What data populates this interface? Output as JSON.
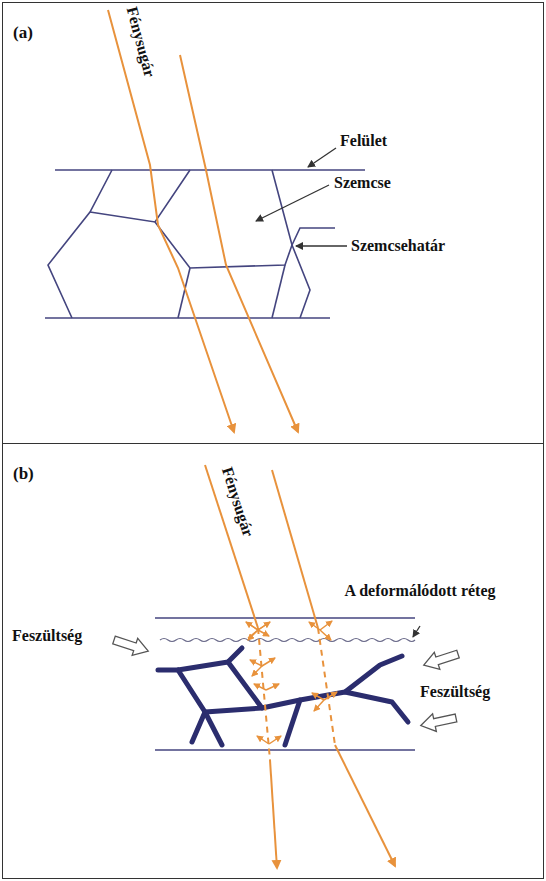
{
  "diagram": {
    "nodes": [
      {
        "text": [
          "(a)"
        ]
      },
      {
        "text": [
          "(b)"
        ]
      }
    ],
    "labels": [
      "Fénysugár",
      "Felület",
      "Szemcse",
      "Szemcsehatár",
      "Fénysugár",
      "A deformálódott réteg",
      "Feszültség",
      "Feszültség"
    ]
  }
}
